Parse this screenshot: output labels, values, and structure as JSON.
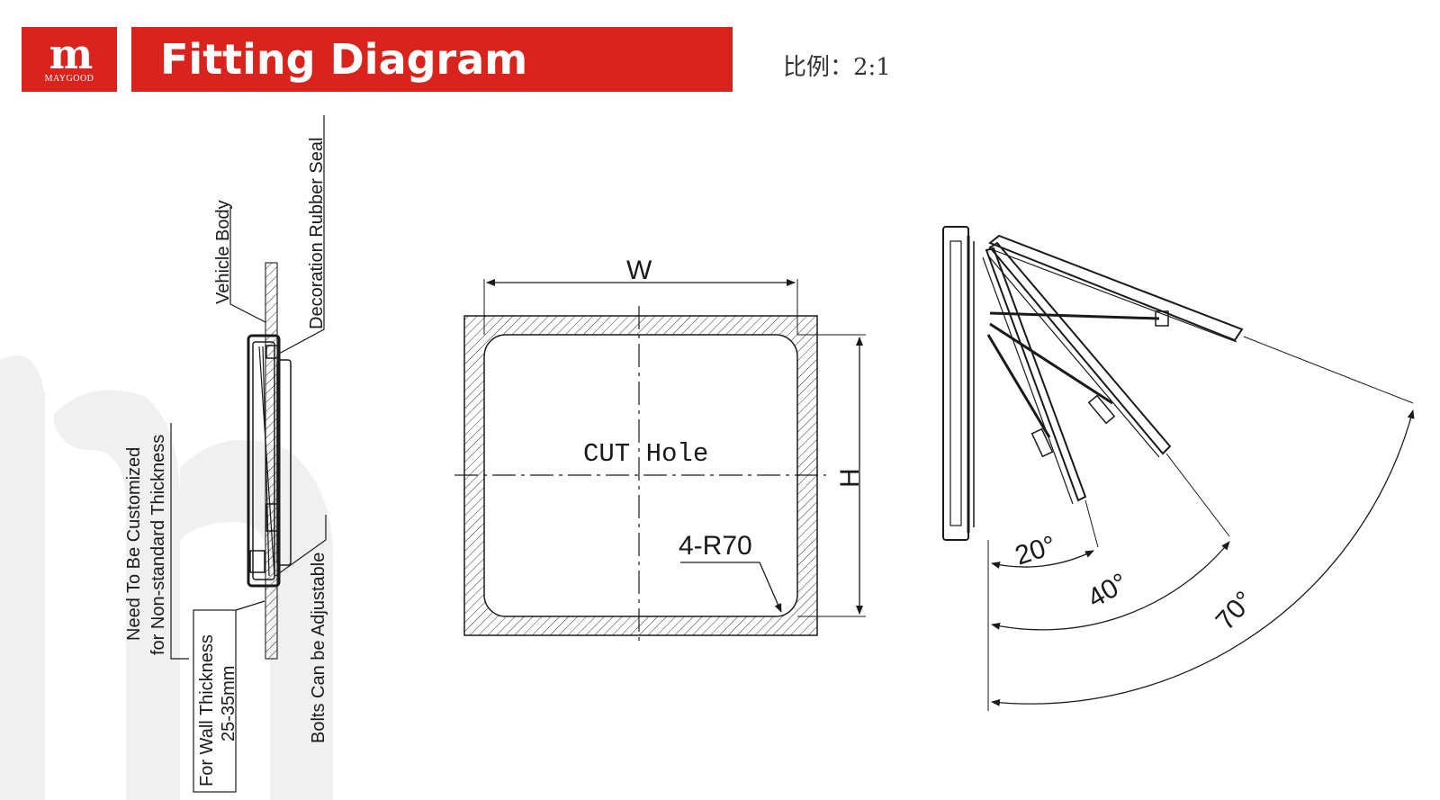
{
  "header": {
    "logo_mark": "m",
    "logo_brand": "MAYGOOD",
    "title": "Fitting Diagram",
    "scale": "比例：2:1"
  },
  "side_view": {
    "vehicle_body": "Vehicle Body",
    "rubber_seal": "Decoration Rubber Seal",
    "custom_line1": "Need To Be Customized",
    "custom_line2": "for Non-standard Thickness",
    "wall_line1": "For Wall Thickness",
    "wall_line2": "25-35mm",
    "bolts": "Bolts Can be Adjustable"
  },
  "cut_hole": {
    "width_label": "W",
    "height_label": "H",
    "center_label": "CUT Hole",
    "corner_label": "4-R70"
  },
  "opening": {
    "angle_1": "20°",
    "angle_2": "40°",
    "angle_3": "70°"
  },
  "colors": {
    "brand_red": "#d9231d",
    "watermark": "#f0f0f0",
    "line": "#1a1a1a"
  }
}
